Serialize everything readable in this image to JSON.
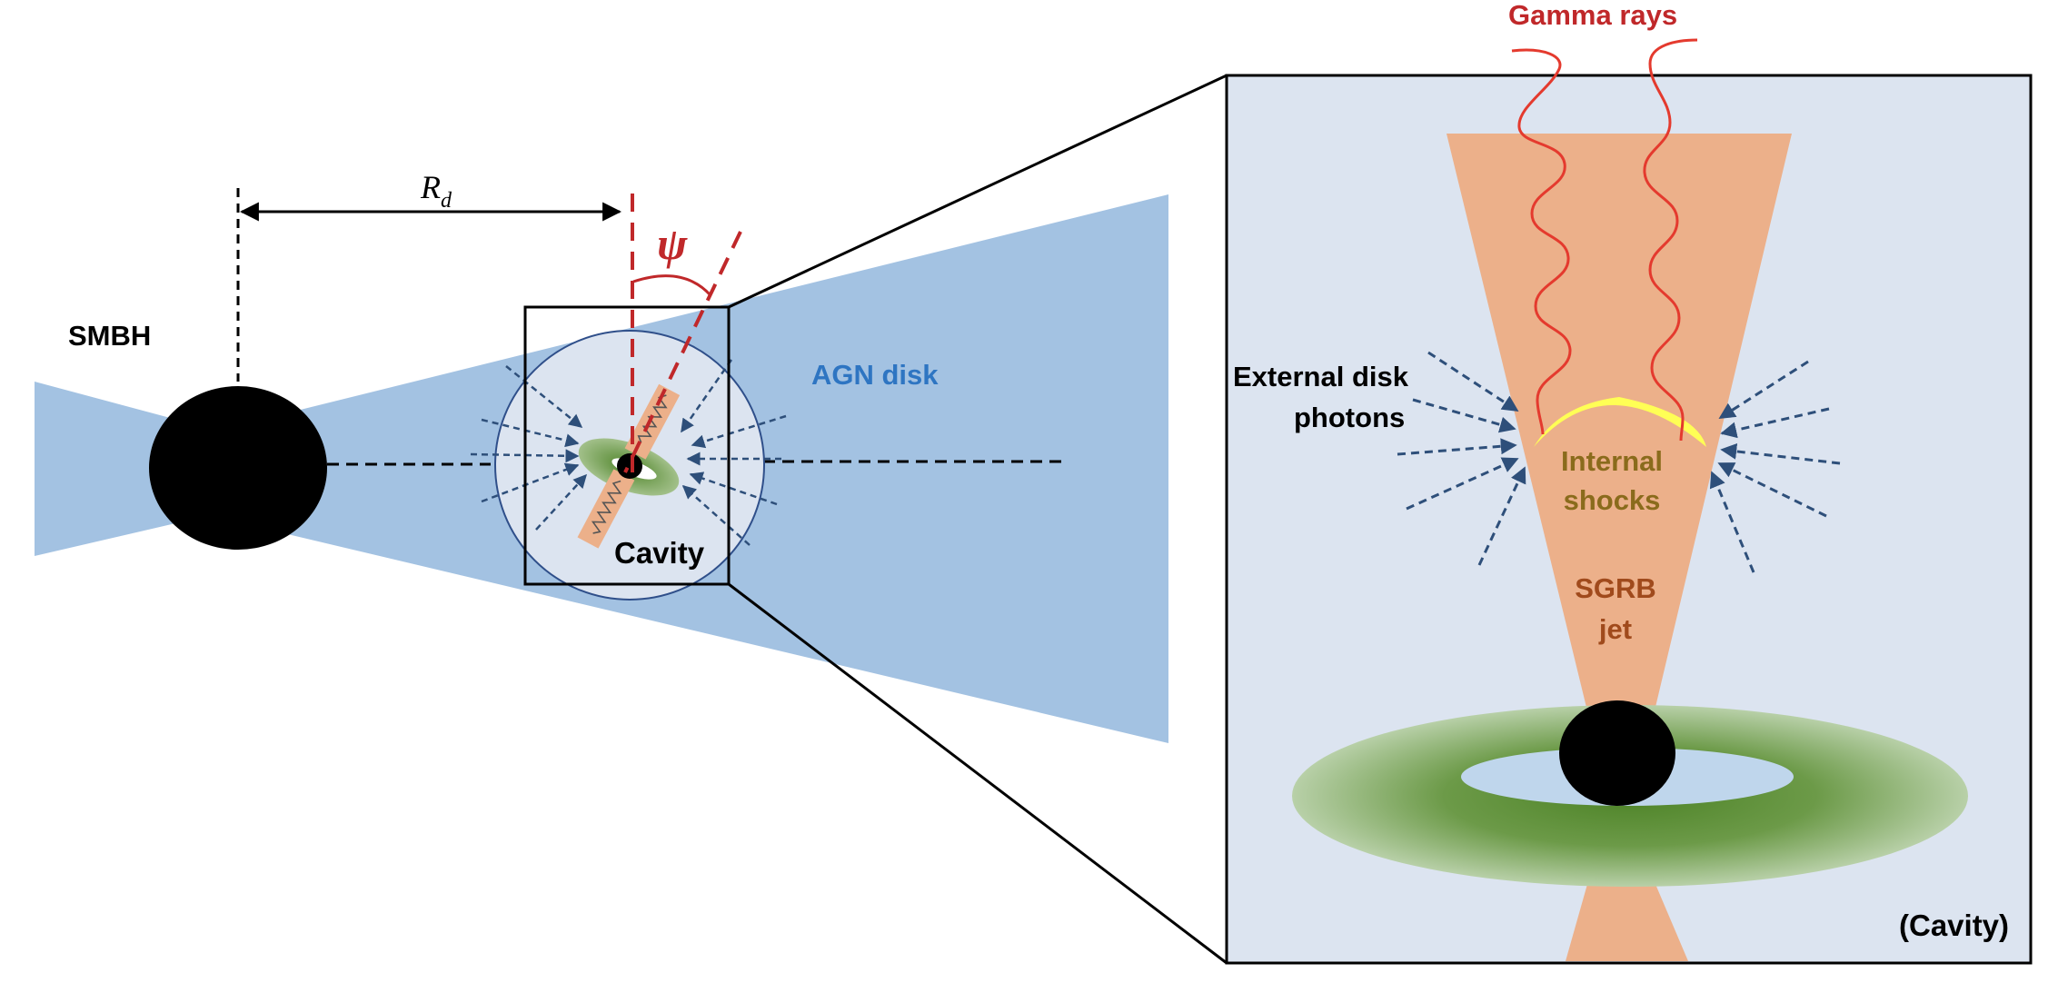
{
  "labels": {
    "smbh": "SMBH",
    "rd_main": "R",
    "rd_sub": "d",
    "psi": "ψ",
    "agn_disk": "AGN disk",
    "cavity": "Cavity",
    "gamma_rays": "Gamma rays",
    "external_line1": "External disk",
    "external_line2": "photons",
    "internal_line1": "Internal",
    "internal_line2": "shocks",
    "sgrb_line1": "SGRB",
    "sgrb_line2": "jet",
    "cavity_inset": "(Cavity)"
  },
  "colors": {
    "agn_disk": "#a3c2e2",
    "agn_label": "#2e75c2",
    "cavity_fill": "#dce4f0",
    "cavity_stroke": "#2f4f8a",
    "jet": "#ecb08a",
    "gamma": "#e43a2e",
    "gamma_label": "#c0282a",
    "psi": "#c0282a",
    "shock": "#ffff55",
    "internal_text": "#8a6b1c",
    "sgrb_text": "#a04a1c",
    "torus": "#5a8a32",
    "arrows": "#2e4f7a"
  }
}
